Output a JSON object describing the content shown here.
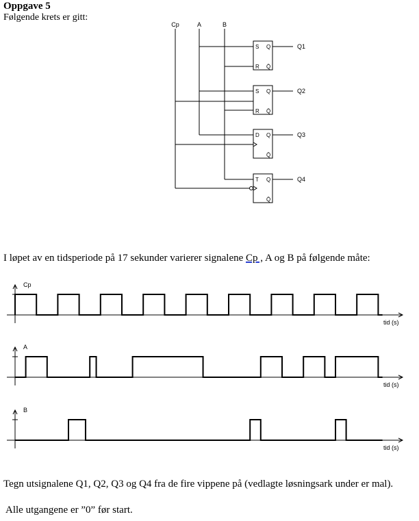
{
  "heading": "Oppgave 5",
  "intro": "Følgende krets er gitt:",
  "circuit": {
    "inputs": [
      "Cp",
      "A",
      "B"
    ],
    "flipflops": [
      {
        "type": "SR",
        "pins": [
          "S",
          "R"
        ],
        "q": "Q",
        "qbar": "Q̄",
        "output": "Q1"
      },
      {
        "type": "SR",
        "pins": [
          "S",
          "R"
        ],
        "q": "Q",
        "qbar": "Q̄",
        "output": "Q2"
      },
      {
        "type": "D",
        "pins": [
          "D"
        ],
        "q": "Q",
        "qbar": "Q̄",
        "output": "Q3"
      },
      {
        "type": "T",
        "pins": [
          "T"
        ],
        "q": "Q",
        "qbar": "Q̄",
        "output": "Q4"
      }
    ]
  },
  "period_text": {
    "before": "I løpet av en tidsperiode på 17 sekunder varierer signalene ",
    "link": "Cp ,",
    "after": " A og B på følgende måte:"
  },
  "timing": {
    "axis_label": "tid  (s)",
    "signals": [
      {
        "name": "Cp",
        "transitions": [
          0.0,
          1.0,
          2.0,
          3.0,
          4.0,
          5.0,
          6.0,
          7.0,
          8.0,
          9.0,
          10.0,
          11.0,
          12.0,
          13.0,
          14.0,
          15.0,
          16.0,
          17.0
        ]
      },
      {
        "name": "A",
        "transitions": [
          0.5,
          1.5,
          3.5,
          3.8,
          5.5,
          8.8,
          11.5,
          12.5,
          13.5,
          14.5,
          15.0,
          17.0
        ]
      },
      {
        "name": "B",
        "transitions": [
          2.5,
          3.3,
          11.0,
          11.5,
          15.0,
          15.5
        ]
      }
    ]
  },
  "task": "Tegn utsignalene Q1, Q2, Q3 og Q4 fra de fire vippene på (vedlagte løsningsark under er mal).",
  "note": "Alle utgangene er ”0” før start."
}
